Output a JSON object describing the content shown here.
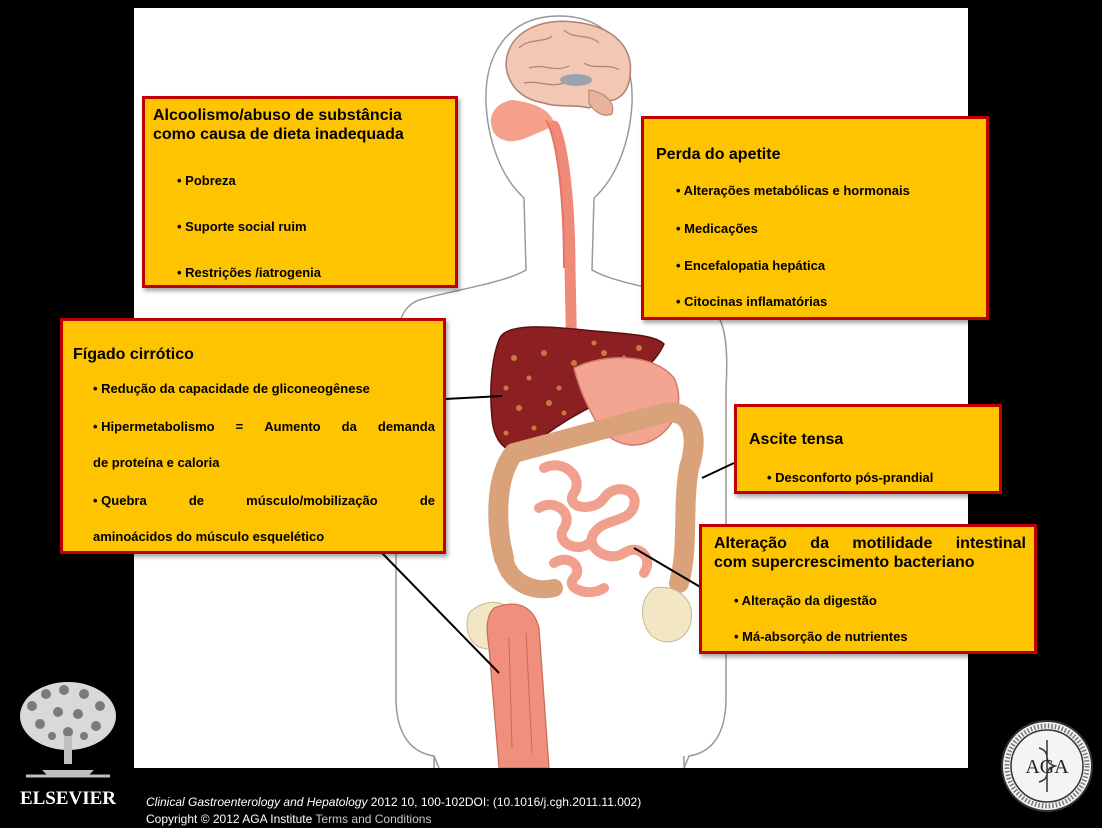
{
  "boxes": {
    "alcohol": {
      "title_1": "Alcoolismo/abuso de substância",
      "title_2": "como causa de dieta inadequada",
      "items": [
        "• Pobreza",
        "• Suporte social ruim",
        "• Restrições /iatrogenia"
      ]
    },
    "appetite": {
      "title": "Perda do apetite",
      "items": [
        "• Alterações metabólicas e hormonais",
        "• Medicações",
        "• Encefalopatia hepática",
        "• Citocinas inflamatórias"
      ]
    },
    "liver": {
      "title": "Fígado cirrótico",
      "item_1": "• Redução da capacidade de gliconeogênese",
      "item_2_words": [
        "• Hipermetabolismo",
        "=",
        "Aumento",
        "da",
        "demanda"
      ],
      "item_2_cont": "de proteína e caloria",
      "item_3_words": [
        "• Quebra",
        "de",
        "músculo/mobilização",
        "de"
      ],
      "item_3_cont": "aminoácidos do músculo esquelético"
    },
    "ascites": {
      "title": "Ascite tensa",
      "items": [
        "• Desconforto  pós-prandial"
      ]
    },
    "motility": {
      "title_1_words": [
        "Alteração",
        "da",
        "motilidade",
        "intestinal"
      ],
      "title_2": "com supercrescimento bacteriano",
      "items": [
        "• Alteração da digestão",
        "• Má-absorção de nutrientes"
      ]
    }
  },
  "publisher": {
    "logo_text": "ELSEVIER",
    "seal_text": "AGA",
    "seal_ring_text": "THE AMERICAN GASTROENTEROLOGICAL ASSOCIATION"
  },
  "citation": {
    "journal": "Clinical Gastroenterology and Hepatology",
    "details": " 2012 10, 100-102DOI: (10.1016/j.cgh.2011.11.002)",
    "copyright": "Copyright © 2012 AGA Institute ",
    "terms": "Terms and Conditions"
  },
  "colors": {
    "box_fill": "#ffc400",
    "box_border": "#c00000",
    "background": "#000000"
  }
}
